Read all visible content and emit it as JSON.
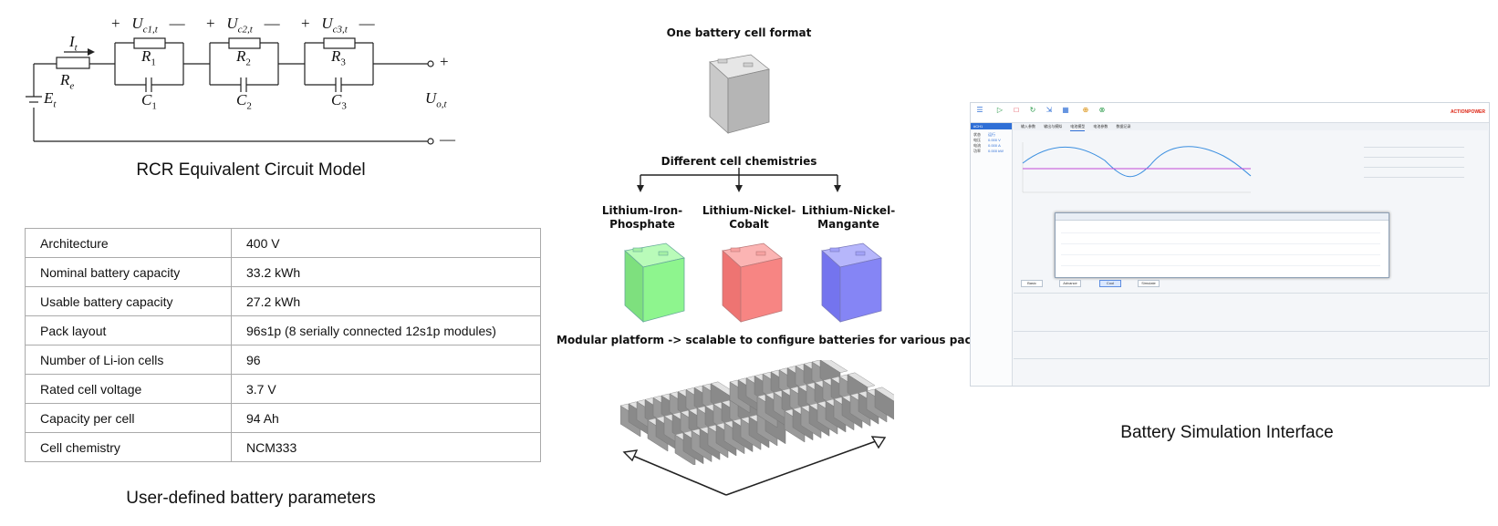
{
  "circuit": {
    "current_label": "I",
    "current_sub": "t",
    "resistor_labels": [
      {
        "main": "R",
        "sub": "e"
      },
      {
        "main": "R",
        "sub": "1"
      },
      {
        "main": "R",
        "sub": "2"
      },
      {
        "main": "R",
        "sub": "3"
      }
    ],
    "capacitor_labels": [
      {
        "main": "C",
        "sub": "1"
      },
      {
        "main": "C",
        "sub": "2"
      },
      {
        "main": "C",
        "sub": "3"
      }
    ],
    "voltage_labels": [
      {
        "main": "U",
        "sub": "c1,t"
      },
      {
        "main": "U",
        "sub": "c2,t"
      },
      {
        "main": "U",
        "sub": "c3,t"
      }
    ],
    "source_label": {
      "main": "E",
      "sub": "t"
    },
    "output_label": {
      "main": "U",
      "sub": "o,t"
    },
    "plus": "+",
    "minus": "—",
    "caption": "RCR Equivalent Circuit Model"
  },
  "params": {
    "rows": [
      {
        "key": "Architecture",
        "value": "400 V"
      },
      {
        "key": "Nominal battery capacity",
        "value": "33.2 kWh"
      },
      {
        "key": "Usable battery capacity",
        "value": "27.2 kWh"
      },
      {
        "key": "Pack layout",
        "value": "96s1p (8 serially connected 12s1p modules)"
      },
      {
        "key": "Number of Li-ion cells",
        "value": "96"
      },
      {
        "key": "Rated cell voltage",
        "value": "3.7 V"
      },
      {
        "key": "Capacity per cell",
        "value": "94 Ah"
      },
      {
        "key": "Cell chemistry",
        "value": "NCM333"
      }
    ],
    "caption": "User-defined battery parameters"
  },
  "cells": {
    "format_title": "One battery cell format",
    "chem_title": "Different cell chemistries",
    "chemistries": [
      {
        "line1": "Lithium-Iron-",
        "line2": "Phosphate",
        "color": "#8ef58e"
      },
      {
        "line1": "Lithium-Nickel-",
        "line2": "Cobalt",
        "color": "#f78583"
      },
      {
        "line1": "Lithium-Nickel-",
        "line2": "Mangante",
        "color": "#8585f5"
      }
    ],
    "platform_text": "Modular platform -> scalable to configure batteries for various pack"
  },
  "simulation": {
    "caption": "Battery Simulation Interface",
    "brand": "ACTIONPOWER",
    "side_header": "#CH1",
    "side_rows": [
      {
        "k": "状态",
        "v": "运行"
      },
      {
        "k": "电压",
        "v": "0.000 V"
      },
      {
        "k": "电流",
        "v": "0.000 A"
      },
      {
        "k": "功率",
        "v": "0.000 kW"
      }
    ],
    "tabs": [
      "输入参数",
      "输出与模拟",
      "电池模型",
      "电池参数",
      "数据记录"
    ],
    "buttons": [
      "Basic",
      "Advance",
      "Cool",
      "Simulate"
    ],
    "colors": {
      "accent": "#2f6fd6",
      "curve": "#3b8fe0",
      "line": "#c24ad6"
    }
  }
}
